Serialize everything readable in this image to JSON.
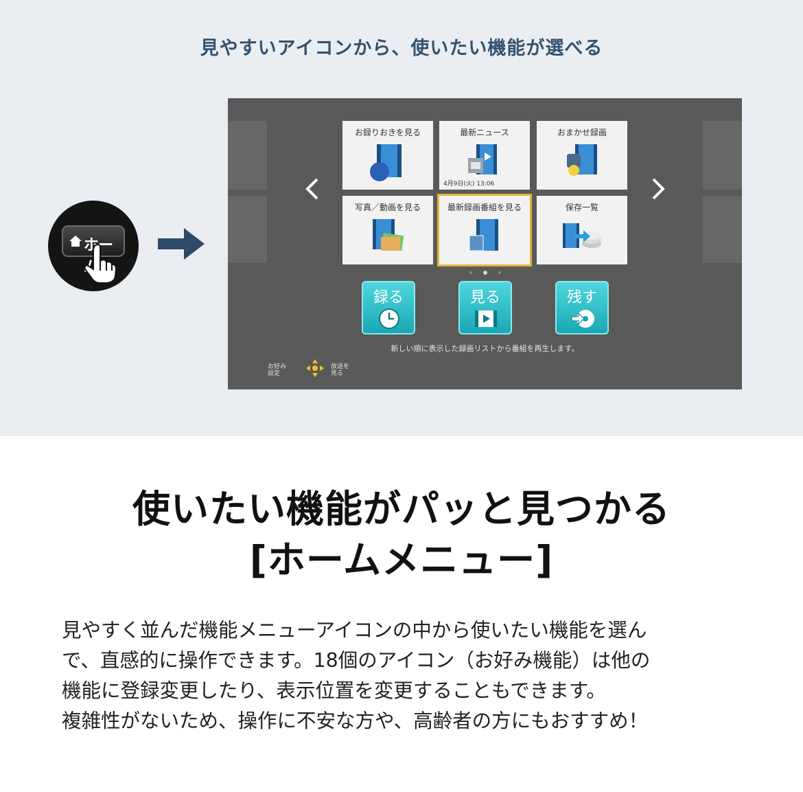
{
  "top_caption": "見やすいアイコンから、使いたい機能が選べる",
  "remote": {
    "key_label": "ホーム"
  },
  "menu": {
    "tiles": [
      {
        "label": "お録りおきを見る"
      },
      {
        "label": "最新ニュース",
        "date": "4月9日(火) 13:06"
      },
      {
        "label": "おまかせ録画"
      },
      {
        "label": "写真／動画を見る"
      },
      {
        "label": "最新録画番組を見る"
      },
      {
        "label": "保存一覧"
      }
    ],
    "actions": [
      {
        "label": "録る"
      },
      {
        "label": "見る"
      },
      {
        "label": "残す"
      }
    ],
    "status_text": "新しい順に表示した録画リストから番組を再生します。",
    "help_left": "お好み 設定",
    "help_right": "放送を 見る",
    "colors": {
      "accent": "#1aa8b4",
      "selection": "#e2b43a",
      "screen_bg": "#595959"
    }
  },
  "headline": {
    "line1": "使いたい機能がパッと見つかる",
    "line2": "[ホームメニュー]"
  },
  "body": {
    "line1": "見やすく並んだ機能メニューアイコンの中から使いたい機能を選ん",
    "line2": "で、直感的に操作できます。18個のアイコン（お好み機能）は他の",
    "line3": "機能に登録変更したり、表示位置を変更することもできます。",
    "line4": "複雑性がないため、操作に不安な方や、高齢者の方にもおすすめ！"
  }
}
